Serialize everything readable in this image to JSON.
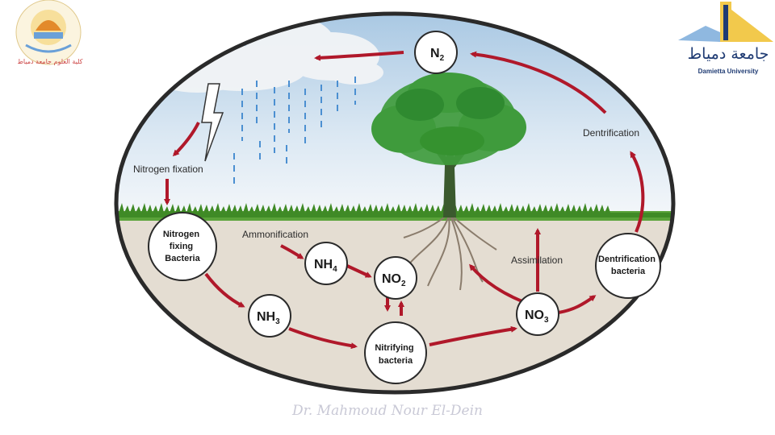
{
  "logos": {
    "left_caption": "كلية العلوم جامعة دمياط",
    "right_arabic": "جامعة دمياط",
    "right_english": "Damietta University"
  },
  "labels": {
    "nitrogen_fixation": "Nitrogen fixation",
    "ammonification": "Ammonification",
    "assimilation": "Assimilation",
    "denitrification": "Dentrification"
  },
  "nodes": {
    "n2": {
      "main": "N",
      "sub": "2"
    },
    "nh4": {
      "main": "NH",
      "sub": "4"
    },
    "no2": {
      "main": "NO",
      "sub": "2"
    },
    "nh3": {
      "main": "NH",
      "sub": "3"
    },
    "no3": {
      "main": "NO",
      "sub": "3"
    },
    "nitrogen_fixing": [
      "Nitrogen",
      "fixing",
      "Bacteria"
    ],
    "nitrifying": [
      "Nitrifying",
      "bacteria"
    ],
    "denitrification_bacteria": [
      "Dentrification",
      "bacteria"
    ]
  },
  "credit": "Dr. Mahmoud Nour El-Dein",
  "colors": {
    "arrow": "#b0182a",
    "grass": "#4f9a2e",
    "soil": "#e4ddd2",
    "sky": "#b9d3e8"
  }
}
